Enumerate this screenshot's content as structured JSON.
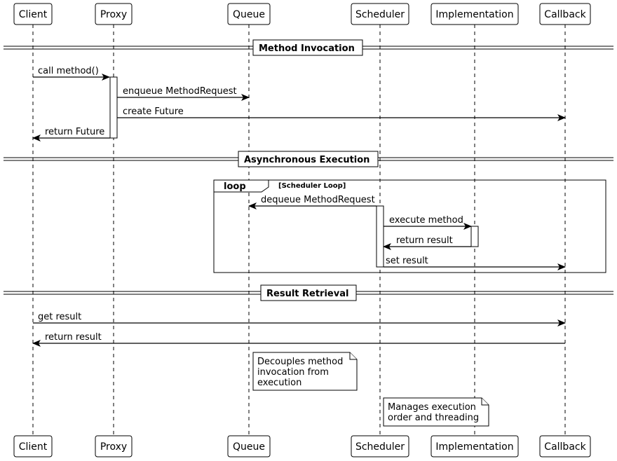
{
  "participants": [
    {
      "id": "client",
      "label": "Client"
    },
    {
      "id": "proxy",
      "label": "Proxy"
    },
    {
      "id": "queue",
      "label": "Queue"
    },
    {
      "id": "scheduler",
      "label": "Scheduler"
    },
    {
      "id": "implementation",
      "label": "Implementation"
    },
    {
      "id": "callback",
      "label": "Callback"
    }
  ],
  "separators": [
    {
      "label": "Method Invocation"
    },
    {
      "label": "Asynchronous Execution"
    },
    {
      "label": "Result Retrieval"
    }
  ],
  "loop": {
    "keyword": "loop",
    "condition": "[Scheduler Loop]"
  },
  "messages": [
    {
      "from": "client",
      "to": "proxy",
      "label": "call method()"
    },
    {
      "from": "proxy",
      "to": "queue",
      "label": "enqueue MethodRequest"
    },
    {
      "from": "proxy",
      "to": "callback",
      "label": "create Future"
    },
    {
      "from": "proxy",
      "to": "client",
      "label": "return Future"
    },
    {
      "from": "scheduler",
      "to": "queue",
      "label": "dequeue MethodRequest"
    },
    {
      "from": "scheduler",
      "to": "implementation",
      "label": "execute method"
    },
    {
      "from": "implementation",
      "to": "scheduler",
      "label": "return result"
    },
    {
      "from": "scheduler",
      "to": "callback",
      "label": "set result"
    },
    {
      "from": "client",
      "to": "callback",
      "label": "get result"
    },
    {
      "from": "callback",
      "to": "client",
      "label": "return result"
    }
  ],
  "notes": [
    {
      "lines": [
        "Decouples method",
        "invocation from",
        "execution"
      ]
    },
    {
      "lines": [
        "Manages execution",
        "order and threading"
      ]
    }
  ]
}
